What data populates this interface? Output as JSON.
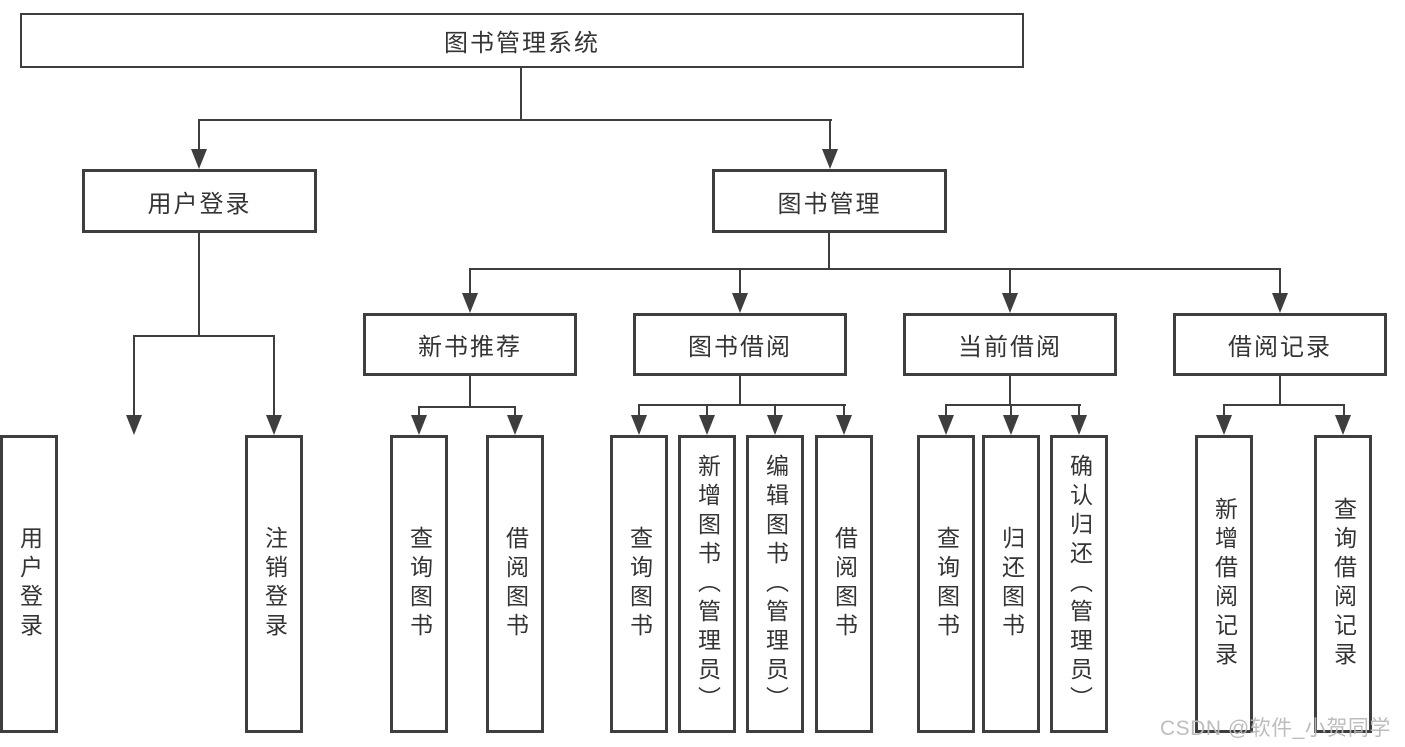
{
  "diagram": {
    "tree": {
      "root": {
        "label": "图书管理系统"
      },
      "level2": [
        {
          "label": "用户登录",
          "children": [
            {
              "label": "用户登录"
            },
            {
              "label": "注销登录"
            }
          ]
        },
        {
          "label": "图书管理",
          "children": [
            {
              "label": "新书推荐",
              "children": [
                {
                  "label": "查询图书"
                },
                {
                  "label": "借阅图书"
                }
              ]
            },
            {
              "label": "图书借阅",
              "children": [
                {
                  "label": "查询图书"
                },
                {
                  "label": "新增图书（管理员）"
                },
                {
                  "label": "编辑图书（管理员）"
                },
                {
                  "label": "借阅图书"
                }
              ]
            },
            {
              "label": "当前借阅",
              "children": [
                {
                  "label": "查询图书"
                },
                {
                  "label": "归还图书"
                },
                {
                  "label": "确认归还（管理员）"
                }
              ]
            },
            {
              "label": "借阅记录",
              "children": [
                {
                  "label": "新增借阅记录"
                },
                {
                  "label": "查询借阅记录"
                }
              ]
            }
          ]
        }
      ]
    },
    "watermark": {
      "text": "CSDN @软件_小贺同学",
      "color": "#b9b9b9"
    },
    "colors": {
      "background": "#ffffff",
      "box_border": "#3e3e3e",
      "connector_line": "#3e3e3e",
      "text": "#343434"
    }
  }
}
